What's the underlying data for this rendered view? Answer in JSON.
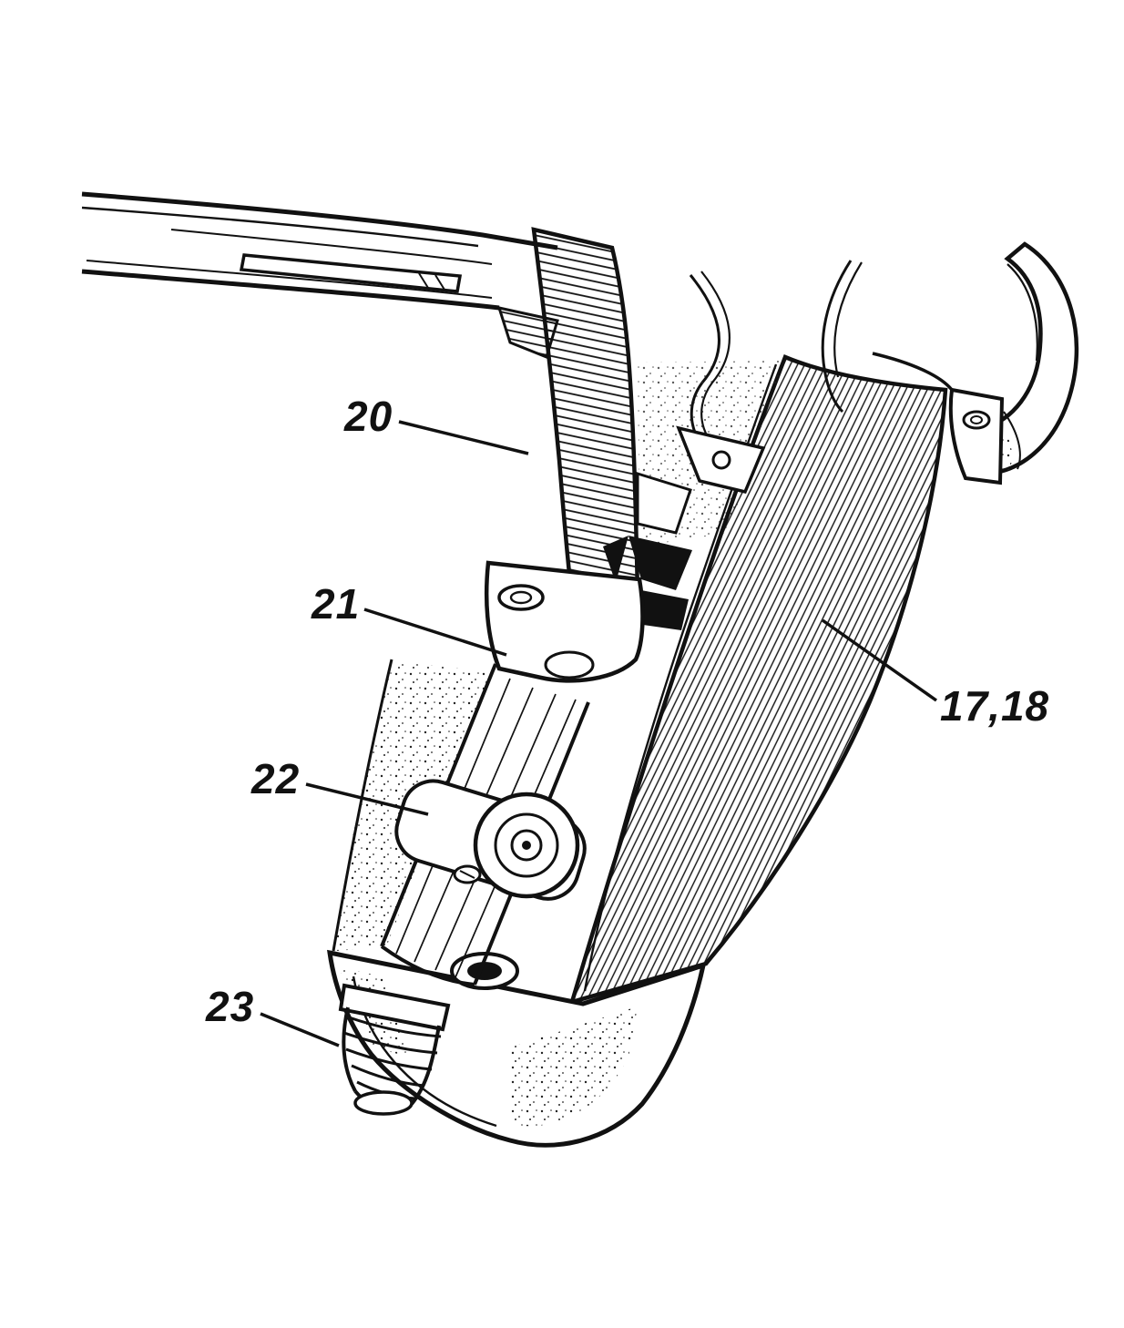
{
  "canvas": {
    "background": "#ffffff",
    "ink": "#111111"
  },
  "figure": {
    "callouts": [
      {
        "label": "20"
      },
      {
        "label": "21"
      },
      {
        "label": "22"
      },
      {
        "label": "23"
      },
      {
        "label": "17,18"
      }
    ]
  }
}
